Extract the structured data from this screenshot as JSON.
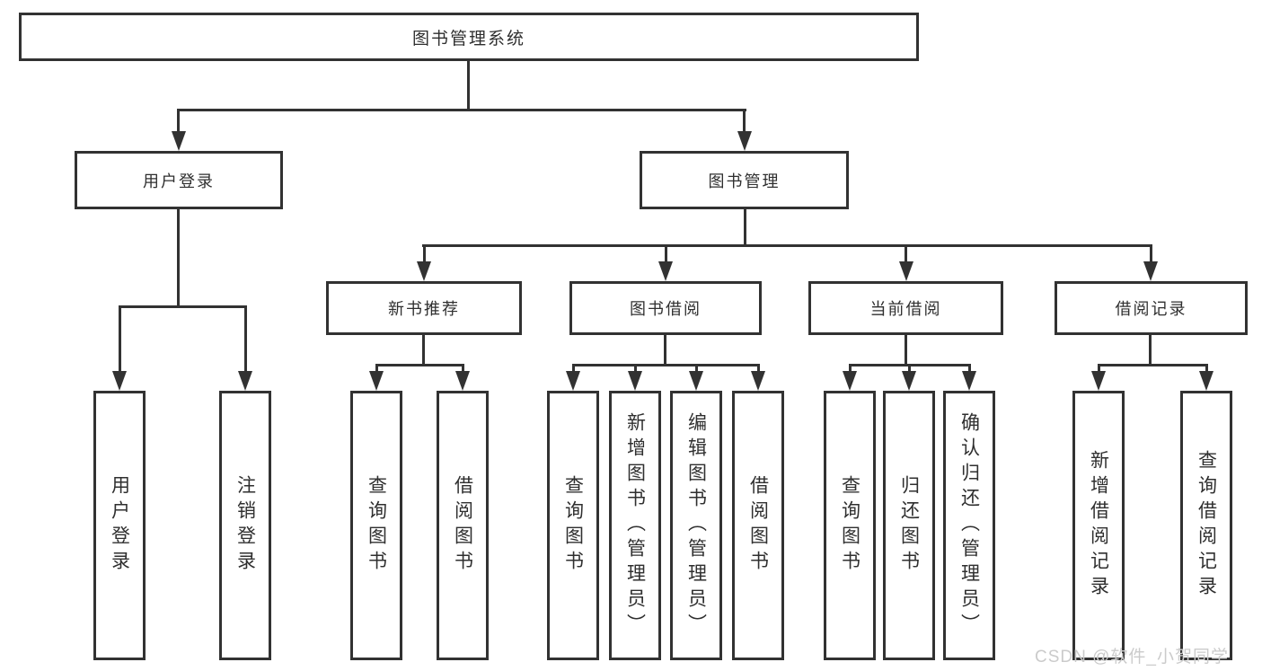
{
  "page": {
    "watermark": "CSDN @软件_小贺同学"
  },
  "colors": {
    "line": "#323232",
    "box_background": "#ffffff",
    "label_text": "#2f2f2f",
    "watermark_text": "#cbcbcb"
  },
  "tree": {
    "label": "图书管理系统",
    "children": [
      {
        "label": "用户登录",
        "children": [
          {
            "label": "用户登录"
          },
          {
            "label": "注销登录"
          }
        ]
      },
      {
        "label": "图书管理",
        "children": [
          {
            "label": "新书推荐",
            "children": [
              {
                "label": "查询图书"
              },
              {
                "label": "借阅图书"
              }
            ]
          },
          {
            "label": "图书借阅",
            "children": [
              {
                "label": "查询图书"
              },
              {
                "label": "新增图书（管理员）"
              },
              {
                "label": "编辑图书（管理员）"
              },
              {
                "label": "借阅图书"
              }
            ]
          },
          {
            "label": "当前借阅",
            "children": [
              {
                "label": "查询图书"
              },
              {
                "label": "归还图书"
              },
              {
                "label": "确认归还（管理员）"
              }
            ]
          },
          {
            "label": "借阅记录",
            "children": [
              {
                "label": "新增借阅记录"
              },
              {
                "label": "查询借阅记录"
              }
            ]
          }
        ]
      }
    ]
  }
}
